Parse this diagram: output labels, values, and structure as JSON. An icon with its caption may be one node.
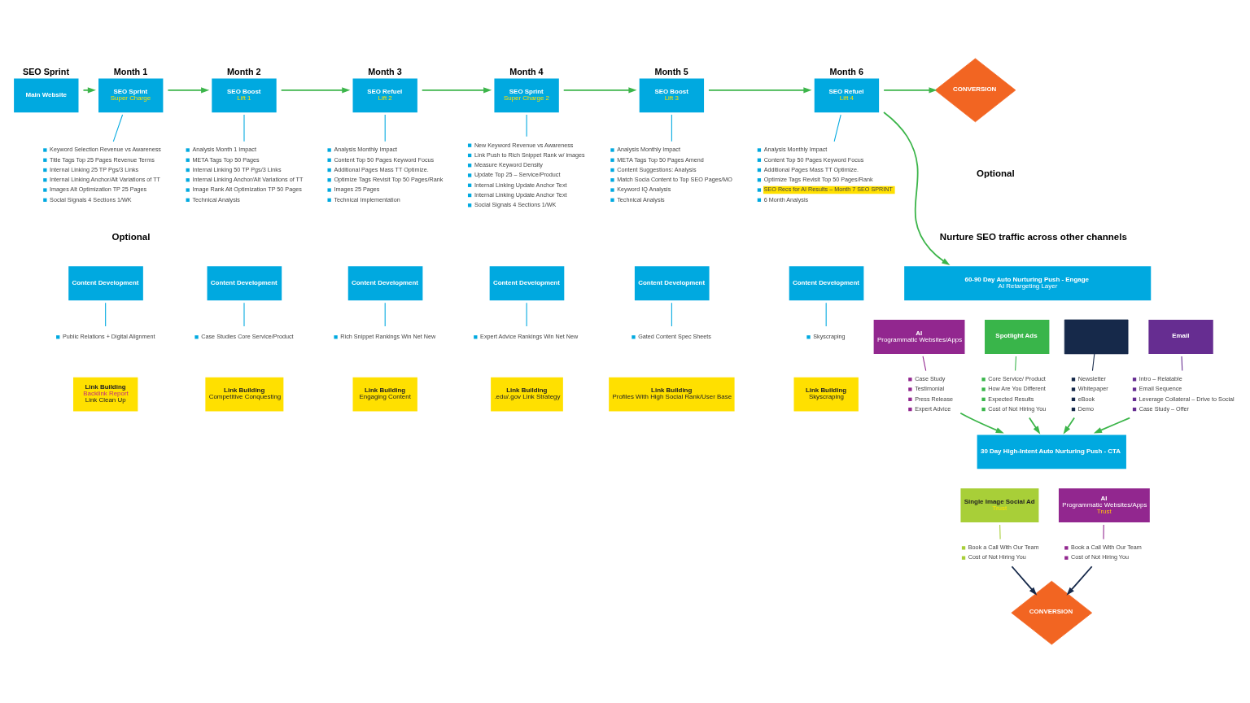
{
  "diagram": {
    "nodes": [
      {
        "text": [
          "SEO Sprint",
          "Main Website"
        ]
      },
      {
        "text": [
          "Month 1",
          "SEO Sprint",
          "Super Charge"
        ]
      },
      {
        "text": [
          "Month 2",
          "SEO Boost",
          "Lift 1"
        ]
      },
      {
        "text": [
          "Month 3",
          "SEO Refuel",
          "Lift 2"
        ]
      },
      {
        "text": [
          "Month 4",
          "SEO Sprint",
          "Super Charge 2"
        ]
      },
      {
        "text": [
          "Month 5",
          "SEO Boost",
          "Lift 3"
        ]
      },
      {
        "text": [
          "Month 6",
          "SEO Refuel",
          "Lift 4"
        ]
      },
      {
        "text": [
          "CONVERSION"
        ]
      },
      {
        "text": [
          "Keyword Selection Revenue vs Awareness",
          "Title Tags Top 25 Pages Revenue Terms",
          "Internal Linking 25 TP Pgs/3 Links",
          "Internal Linking Anchor/Alt Variations of TT",
          "Images Alt Optimization TP 25 Pages",
          "Social Signals 4 Sections 1/WK"
        ]
      },
      {
        "text": [
          "Analysis Month 1 Impact",
          "META Tags Top 50 Pages",
          "Internal Linking 50 TP Pgs/3 Links",
          "Internal Linking Anchor/Alt Variations of TT",
          "Image Rank Alt Optimization TP 50 Pages",
          "Technical Analysis"
        ]
      },
      {
        "text": [
          "Analysis Monthly Impact",
          "Content Top 50 Pages Keyword Focus",
          "Additional Pages Mass TT Optimize.",
          "Optimize Tags Revisit Top 50 Pages/Rank",
          "Images 25 Pages",
          "Technical Implementation"
        ]
      },
      {
        "text": [
          "New Keyword Revenue vs Awareness",
          "Link Push to Rich Snippet Rank w/ images",
          "Measure Keyword Density",
          "Update Top 25 – Service/Product",
          "Internal Linking Update Anchor Text",
          "Internal Linking Update Anchor Text",
          "Social Signals 4 Sections 1/WK"
        ]
      },
      {
        "text": [
          "Analysis Monthly Impact",
          "META Tags Top 50 Pages Amend",
          "Content Suggestions: Analysis",
          "Match Socia Content to Top SEO Pages/MO",
          "Keyword IQ Analysis",
          "Technical Analysis"
        ]
      },
      {
        "text": [
          "Analysis Monthly Impact",
          "Content Top 50 Pages Keyword Focus",
          "Additional Pages Mass TT Optimize.",
          "Optimize Tags Revisit Top 50 Pages/Rank",
          "SEO Recs for AI Results – Month 7 SEO SPRINT",
          "6 Month Analysis"
        ]
      },
      {
        "text": [
          "Content Development"
        ]
      },
      {
        "text": [
          "Content Development"
        ]
      },
      {
        "text": [
          "Content Development"
        ]
      },
      {
        "text": [
          "Content Development"
        ]
      },
      {
        "text": [
          "Content Development"
        ]
      },
      {
        "text": [
          "Content Development"
        ]
      },
      {
        "text": [
          "Public Relations + Digital Alignment"
        ]
      },
      {
        "text": [
          "Case Studies Core Service/Product"
        ]
      },
      {
        "text": [
          "Rich Snippet Rankings Win Net New"
        ]
      },
      {
        "text": [
          "Expert Advice Rankings Win Net New"
        ]
      },
      {
        "text": [
          "Gated Content Spec Sheets"
        ]
      },
      {
        "text": [
          "Skyscraping"
        ]
      },
      {
        "text": [
          "Link Building",
          "Backlink Report",
          "Link Clean Up"
        ]
      },
      {
        "text": [
          "Link Building",
          "Competitive Conquesting"
        ]
      },
      {
        "text": [
          "Link Building",
          "Engaging Content"
        ]
      },
      {
        "text": [
          "Link Building",
          ".edu/.gov Link Strategy"
        ]
      },
      {
        "text": [
          "Link Building",
          "Profiles With High Social Rank/User Base"
        ]
      },
      {
        "text": [
          "Link Building",
          "Skyscraping"
        ]
      },
      {
        "text": [
          "60-90 Day Auto Nurturing Push - Engage",
          "AI Retargeting Layer"
        ]
      },
      {
        "text": [
          "AI",
          "Programmatic Websites/Apps"
        ]
      },
      {
        "text": [
          "Spotlight Ads"
        ]
      },
      {
        "text": [],
        "shape": "box"
      },
      {
        "text": [
          "Email"
        ]
      },
      {
        "text": [
          "Case Study",
          "Testimonial",
          "Press Release",
          "Expert Advice"
        ]
      },
      {
        "text": [
          "Core Service/ Product",
          "How Are You Different",
          "Expected Results",
          "Cost of Not Hiring You"
        ]
      },
      {
        "text": [
          "Newsletter",
          "Whitepaper",
          "eBook",
          "Demo"
        ]
      },
      {
        "text": [
          "Intro – Relatable",
          "Email Sequence",
          "Leverage Collateral – Drive to Social",
          "Case Study – Offer"
        ]
      },
      {
        "text": [
          "30 Day High-Intent Auto Nurturing Push - CTA"
        ]
      },
      {
        "text": [
          "Single Image Social Ad",
          "Trust"
        ]
      },
      {
        "text": [
          "AI",
          "Programmatic Websites/Apps",
          "Trust"
        ]
      },
      {
        "text": [
          "Book a Call With Our Team",
          "Cost of Not Hiring You"
        ]
      },
      {
        "text": [
          "Book a Call With Our Team",
          "Cost of Not Hiring You"
        ]
      },
      {
        "text": [
          "CONVERSION"
        ]
      }
    ],
    "edges": [
      {
        "from": 0,
        "to": 1,
        "arrow": "to"
      },
      {
        "from": 1,
        "to": 2,
        "arrow": "to"
      },
      {
        "from": 2,
        "to": 3,
        "arrow": "to"
      },
      {
        "from": 3,
        "to": 4,
        "arrow": "to"
      },
      {
        "from": 4,
        "to": 5,
        "arrow": "to"
      },
      {
        "from": 5,
        "to": 6,
        "arrow": "to"
      },
      {
        "from": 6,
        "to": 7,
        "arrow": "to"
      },
      {
        "from": 1,
        "to": 8,
        "arrow": "none",
        "color": "#00a9e0"
      },
      {
        "from": 2,
        "to": 9,
        "arrow": "none",
        "color": "#00a9e0"
      },
      {
        "from": 3,
        "to": 10,
        "arrow": "none",
        "color": "#00a9e0"
      },
      {
        "from": 4,
        "to": 11,
        "arrow": "none",
        "color": "#00a9e0"
      },
      {
        "from": 5,
        "to": 12,
        "arrow": "none",
        "color": "#00a9e0"
      },
      {
        "from": 6,
        "to": 13,
        "arrow": "none",
        "color": "#00a9e0"
      },
      {
        "from": 6,
        "to": 32,
        "arrow": "to"
      },
      {
        "from": 14,
        "to": 20,
        "arrow": "none",
        "color": "#00a9e0"
      },
      {
        "from": 15,
        "to": 21,
        "arrow": "none",
        "color": "#00a9e0"
      },
      {
        "from": 16,
        "to": 22,
        "arrow": "none",
        "color": "#00a9e0"
      },
      {
        "from": 17,
        "to": 23,
        "arrow": "none",
        "color": "#00a9e0"
      },
      {
        "from": 18,
        "to": 24,
        "arrow": "none",
        "color": "#00a9e0"
      },
      {
        "from": 19,
        "to": 25,
        "arrow": "none",
        "color": "#00a9e0"
      },
      {
        "from": 33,
        "to": 37,
        "arrow": "none",
        "color": "#92278f"
      },
      {
        "from": 34,
        "to": 38,
        "arrow": "none",
        "color": "#39b54a"
      },
      {
        "from": 35,
        "to": 39,
        "arrow": "none",
        "color": "#16294a"
      },
      {
        "from": 36,
        "to": 40,
        "arrow": "none",
        "color": "#662d91"
      },
      {
        "from": 37,
        "to": 41,
        "arrow": "to"
      },
      {
        "from": 38,
        "to": 41,
        "arrow": "to"
      },
      {
        "from": 39,
        "to": 41,
        "arrow": "to"
      },
      {
        "from": 40,
        "to": 41,
        "arrow": "to"
      },
      {
        "from": 42,
        "to": 44,
        "arrow": "none",
        "color": "#a8cf38"
      },
      {
        "from": 43,
        "to": 45,
        "arrow": "none",
        "color": "#92278f"
      },
      {
        "from": 44,
        "to": 46,
        "arrow": "to",
        "color": "#16294a"
      },
      {
        "from": 45,
        "to": 46,
        "arrow": "to",
        "color": "#16294a"
      }
    ],
    "labels": [
      "Optional",
      "Nurture SEO traffic across other channels",
      "Optional"
    ]
  }
}
